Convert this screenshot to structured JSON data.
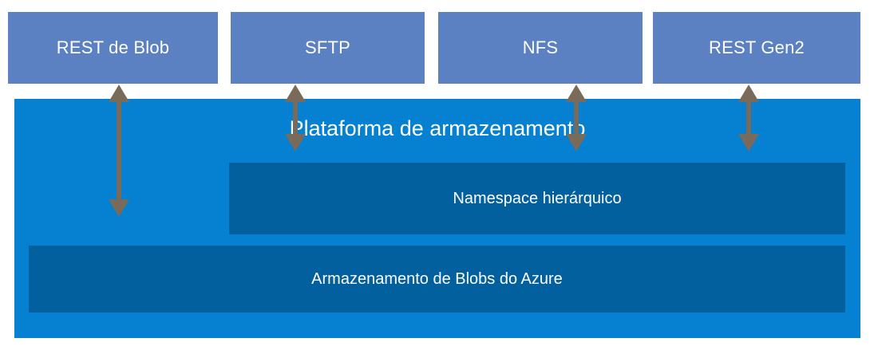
{
  "diagram": {
    "title": "Plataforma de armazenamento",
    "colors": {
      "protocol_box": "#5b81c2",
      "platform_panel": "#0680d0",
      "inner_box": "#03609f",
      "arrow": "#7a6a5a",
      "text": "#ffffff",
      "background": "#ffffff"
    },
    "protocols": [
      {
        "label": "REST de Blob",
        "name": "rest-blob"
      },
      {
        "label": "SFTP",
        "name": "sftp"
      },
      {
        "label": "NFS",
        "name": "nfs"
      },
      {
        "label": "REST Gen2",
        "name": "rest-gen2"
      }
    ],
    "layers": [
      {
        "label": "Namespace hierárquico",
        "name": "hierarchical-namespace"
      },
      {
        "label": "Armazenamento de Blobs do Azure",
        "name": "blob-storage"
      }
    ],
    "connectors": [
      {
        "name": "arrow-rest-blob-to-blob-storage",
        "from": "REST de Blob",
        "to": "Armazenamento de Blobs do Azure"
      },
      {
        "name": "arrow-sftp-to-hierarchical-namespace",
        "from": "SFTP",
        "to": "Namespace hierárquico"
      },
      {
        "name": "arrow-nfs-to-hierarchical-namespace",
        "from": "NFS",
        "to": "Namespace hierárquico"
      },
      {
        "name": "arrow-rest-gen2-to-hierarchical-namespace",
        "from": "REST Gen2",
        "to": "Namespace hierárquico"
      }
    ]
  }
}
